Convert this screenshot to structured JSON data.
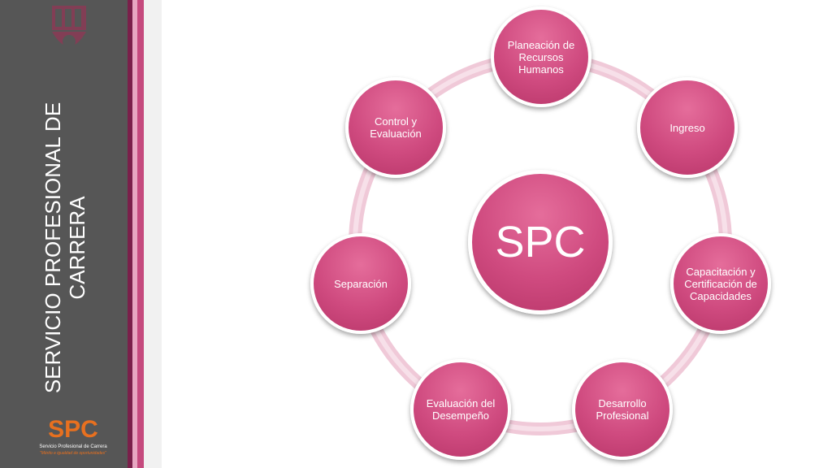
{
  "sidebar": {
    "title_line1": "SERVICIO PROFESIONAL DE",
    "title_line2": "CARRERA",
    "logo_bottom_text": "SPC",
    "logo_bottom_caption": "Servicio Profesional de Carrera",
    "logo_bottom_slogan": "\"Mérito e igualdad de oportunidades\""
  },
  "diagram": {
    "center": "SPC",
    "nodes": {
      "planeacion": "Planeación de Recursos Humanos",
      "ingreso": "Ingreso",
      "capacitacion": "Capacitación y Certificación de Capacidades",
      "desarrollo": "Desarrollo Profesional",
      "evaluacion": "Evaluación del Desempeño",
      "separacion": "Separación",
      "control": "Control y Evaluación"
    }
  },
  "colors": {
    "node_fill": "#cf4a7f",
    "ring": "#eec3d4",
    "sidebar": "#565656",
    "accent": "#e8701f"
  }
}
